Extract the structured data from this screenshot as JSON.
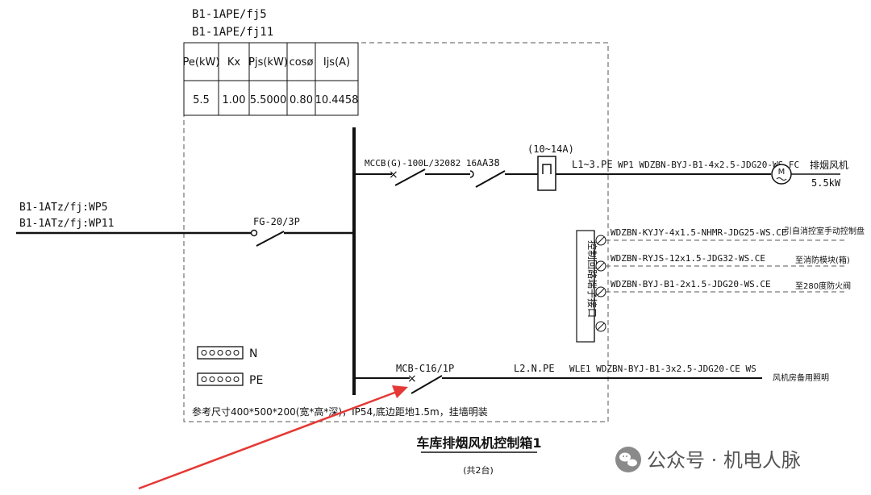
{
  "panel": {
    "source_top_1": "B1-1APE/fj5",
    "source_top_2": "B1-1APE/fj11",
    "title": "车库排烟风机控制箱1",
    "subtitle": "(共2台)",
    "note": "参考尺寸400*500*200(宽*高*深)，IP54,底边距地1.5m，挂墙明装"
  },
  "load_table": {
    "headers": [
      "Pe(kW)",
      "Kx",
      "Pjs(kW)",
      "cosø",
      "Ijs(A)"
    ],
    "values": [
      "5.5",
      "1.00",
      "5.5000",
      "0.80",
      "10.4458"
    ]
  },
  "incoming": {
    "label_1": "B1-1ATz/fj:WP5",
    "label_2": "B1-1ATz/fj:WP11",
    "switch": "FG-20/3P"
  },
  "circuit_1": {
    "breaker": "MCCB(G)-100L/32082 16A",
    "contactor": "A38",
    "relay_range": "(10~14A)",
    "phase": "L1~3.PE",
    "cable": "WP1 WDZBN-BYJ-B1-4x2.5-JDG20-WS.FC",
    "load_name": "排烟风机",
    "load_power": "5.5kW",
    "motor_symbol": "M"
  },
  "terminal_block": {
    "label": "控制回路端子接口",
    "cables": [
      {
        "cable": "WDZBN-KYJY-4x1.5-NHMR-JDG25-WS.CE",
        "dest": "引自消控室手动控制盘"
      },
      {
        "cable": "WDZBN-RYJS-12x1.5-JDG32-WS.CE",
        "dest": "至消防模块(箱)"
      },
      {
        "cable": "WDZBN-BYJ-B1-2x1.5-JDG20-WS.CE",
        "dest": "至280度防火阀"
      }
    ]
  },
  "circuit_2": {
    "breaker": "MCB-C16/1P",
    "phase": "L2.N.PE",
    "cable": "WLE1 WDZBN-BYJ-B1-3x2.5-JDG20-CE WS",
    "load_name": "风机房备用照明"
  },
  "bars": {
    "n_label": "N",
    "pe_label": "PE"
  },
  "watermark": {
    "text": "公众号 · 机电人脉"
  },
  "colors": {
    "line": "#111111",
    "arrow": "#e53935",
    "watermark": "#555555"
  }
}
